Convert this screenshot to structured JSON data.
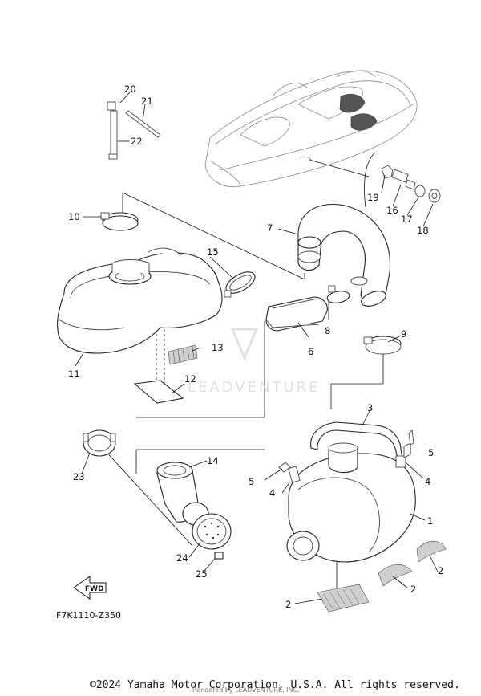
{
  "diagram_code": "F7K1110-Z350",
  "fwd_label": "FWD",
  "watermark": "LEADVENTURE",
  "copyright": "©2024 Yamaha Motor Corporation, U.S.A. All rights reserved.",
  "rendered_by": "Rendered by LEADVENTURE, INC.",
  "callouts": {
    "c1": "1",
    "c2a": "2",
    "c2b": "2",
    "c2c": "2",
    "c3": "3",
    "c4a": "4",
    "c4b": "4",
    "c5a": "5",
    "c5b": "5",
    "c6": "6",
    "c7": "7",
    "c8": "8",
    "c9": "9",
    "c10": "10",
    "c11": "11",
    "c12": "12",
    "c13": "13",
    "c14": "14",
    "c15": "15",
    "c16": "16",
    "c17": "17",
    "c18": "18",
    "c19": "19",
    "c20": "20",
    "c21": "21",
    "c22": "22",
    "c23": "23",
    "c24": "24",
    "c25": "25"
  }
}
